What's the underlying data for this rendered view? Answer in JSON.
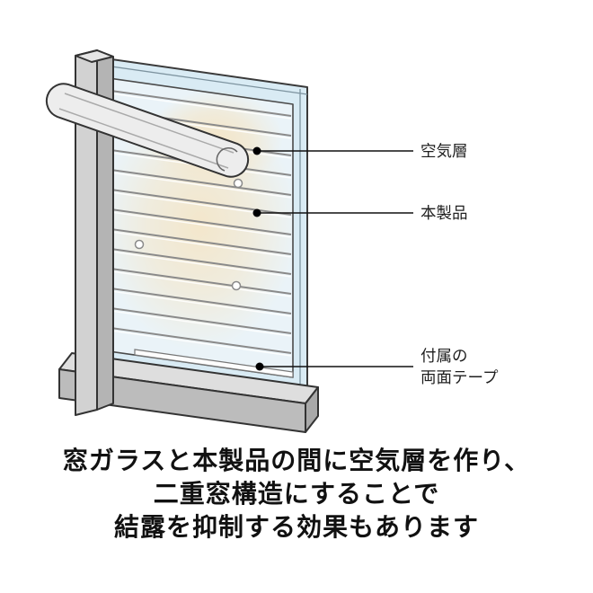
{
  "colors": {
    "glass": "#d9ebf4",
    "glow": "#ecd096",
    "sheet": "#fbfbfb",
    "roll": "#ededed",
    "flap": "#f5f5f5",
    "frame_front": "#d2d2d2",
    "frame_side": "#b4b4b4",
    "frame_top": "#e6e6e6",
    "sill_top": "#dedede",
    "sill_front": "#bcbcbc",
    "sill_end": "#a9a9a9",
    "ink": "#1a1a1a"
  },
  "diagram": {
    "labels": {
      "air_layer": "空気層",
      "product": "本製品",
      "tape_line1": "付属の",
      "tape_line2": "両面テープ"
    }
  },
  "caption": {
    "line1": "窓ガラスと本製品の間に空気層を作り、",
    "line2": "二重窓構造にすることで",
    "line3": "結露を抑制する効果もあります"
  }
}
